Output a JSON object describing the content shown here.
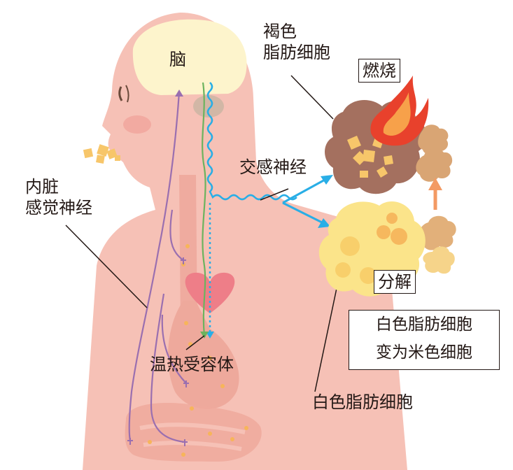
{
  "labels": {
    "brain": "脑",
    "brown_fat": "褐色\n脂肪细胞",
    "burn": "燃烧",
    "sympathetic": "交感神经",
    "visceral_sensory": "内脏\n感觉神经",
    "decompose": "分解",
    "thermo_receptor": "温热受容体",
    "white_fat": "白色脂肪细胞",
    "note_line1": "白色脂肪细胞",
    "note_line2": "变为米色细胞"
  },
  "colors": {
    "skin": "#f6c1b6",
    "skin_dark": "#eea99c",
    "brain": "#fdf4cc",
    "brown_fat": "#a4705f",
    "white_fat": "#fbe48a",
    "beige_fat": "#d9a574",
    "flame_outer": "#e8412c",
    "flame_inner": "#f7a14a",
    "nerve_sympathetic": "#29aee6",
    "nerve_sensory": "#9a6fb0",
    "nerve_green": "#6cb35e",
    "heart": "#ee7e88",
    "arrow_orange": "#f39a63"
  }
}
